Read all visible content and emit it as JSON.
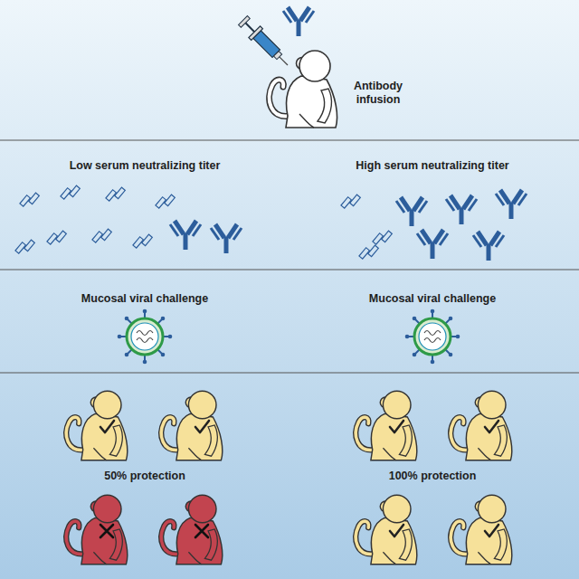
{
  "diagram": {
    "labels": [
      "Antibody infusion",
      "Low serum neutralizing titer",
      "High serum neutralizing titer",
      "Mucosal viral challenge",
      "Mucosal viral challenge",
      "50% protection",
      "100% protection"
    ]
  }
}
